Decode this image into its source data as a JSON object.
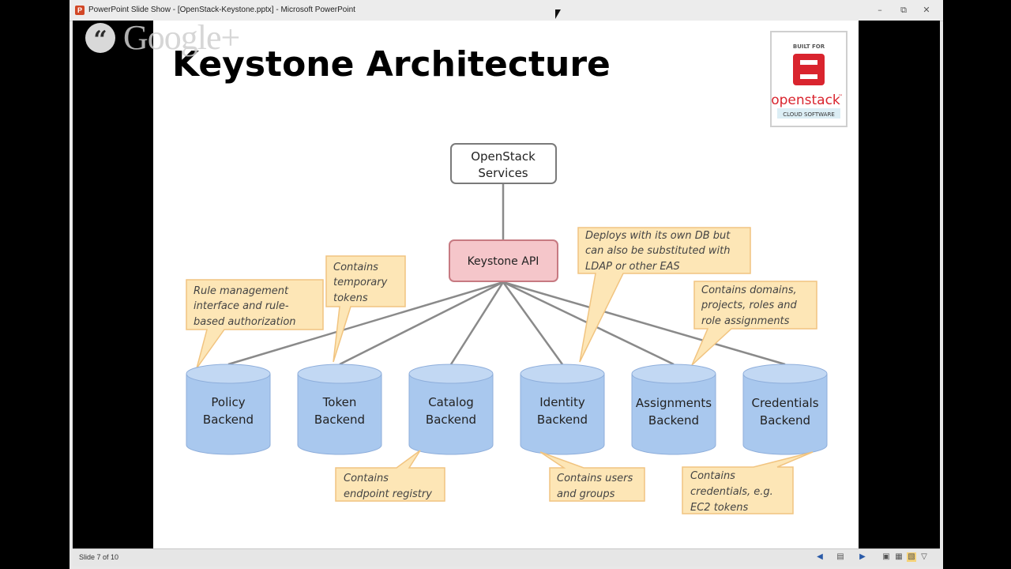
{
  "window": {
    "title": "PowerPoint Slide Show - [OpenStack-Keystone.pptx] - Microsoft PowerPoint",
    "app_icon": "P",
    "buttons": {
      "minimize": "–",
      "restore": "⧉",
      "close": "✕"
    }
  },
  "overlay": {
    "brand": "Google+",
    "icon_glyph": "“"
  },
  "slide": {
    "title": "Keystone Architecture",
    "logo": {
      "top": "BUILT FOR",
      "name": "openstack",
      "tm": "™",
      "sub": "CLOUD SOFTWARE"
    },
    "services": [
      "OpenStack",
      "Services"
    ],
    "api": "Keystone API",
    "backends": [
      {
        "line1": "Policy",
        "line2": "Backend"
      },
      {
        "line1": "Token",
        "line2": "Backend"
      },
      {
        "line1": "Catalog",
        "line2": "Backend"
      },
      {
        "line1": "Identity",
        "line2": "Backend"
      },
      {
        "line1": "Assignments",
        "line2": "Backend"
      },
      {
        "line1": "Credentials",
        "line2": "Backend"
      }
    ],
    "callouts": {
      "policy": [
        "Rule management",
        "interface and rule-",
        "based authorization"
      ],
      "token": [
        "Contains",
        "temporary",
        "tokens"
      ],
      "identity_db": [
        "Deploys with  its own DB but",
        "can also be substituted with",
        "LDAP or other EAS"
      ],
      "assignments": [
        "Contains domains,",
        "projects, roles and",
        "role assignments"
      ],
      "catalog": [
        "Contains",
        "endpoint registry"
      ],
      "users": [
        "Contains users",
        "and groups"
      ],
      "credentials": [
        "Contains",
        "credentials, e.g.",
        "EC2 tokens"
      ]
    }
  },
  "statusbar": {
    "slide_label": "Slide 7 of 10",
    "icons": [
      "prev-icon",
      "menu-icon",
      "next-icon",
      "normal-view-icon",
      "slide-sorter-icon",
      "reading-view-icon",
      "slideshow-icon"
    ]
  },
  "colors": {
    "api_fill": "#f5c6ca",
    "cylinder_fill": "#a9c8ee",
    "callout_fill": "#fde6b6",
    "callout_border": "#f1c480"
  }
}
